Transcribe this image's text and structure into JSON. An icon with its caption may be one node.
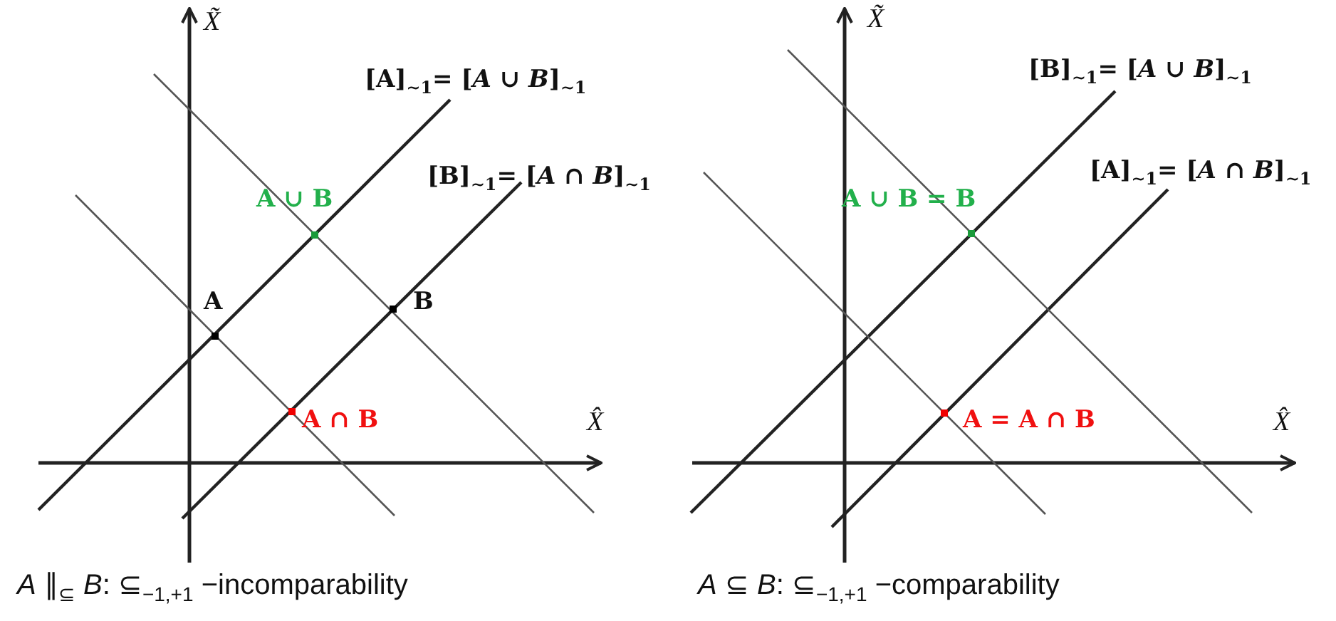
{
  "diagram": {
    "labels": [
      "X̃",
      "[A]$_{∼1}$= [*A* ∪ *B*]$_{∼1}$",
      "[B]$_{∼1}$= [*A* ∩ *B*]$_{∼1}$",
      "A ∪ B",
      "A",
      "B",
      "A ∩ B",
      "X̂",
      "*A* ∥$_{⊆}$ *B*:  ⊆$_{−1,+1}$ −incomparability",
      "X̃",
      "[B]$_{∼1}$= [*A* ∪ *B*]$_{∼1}$",
      "[A]$_{∼1}$= [*A* ∩ *B*]$_{∼1}$",
      "A ∪ B = B",
      "A = A ∩ B",
      "X̂",
      "*A* ⊆ *B*:  ⊆$_{−1,+1}$ −comparability"
    ]
  }
}
